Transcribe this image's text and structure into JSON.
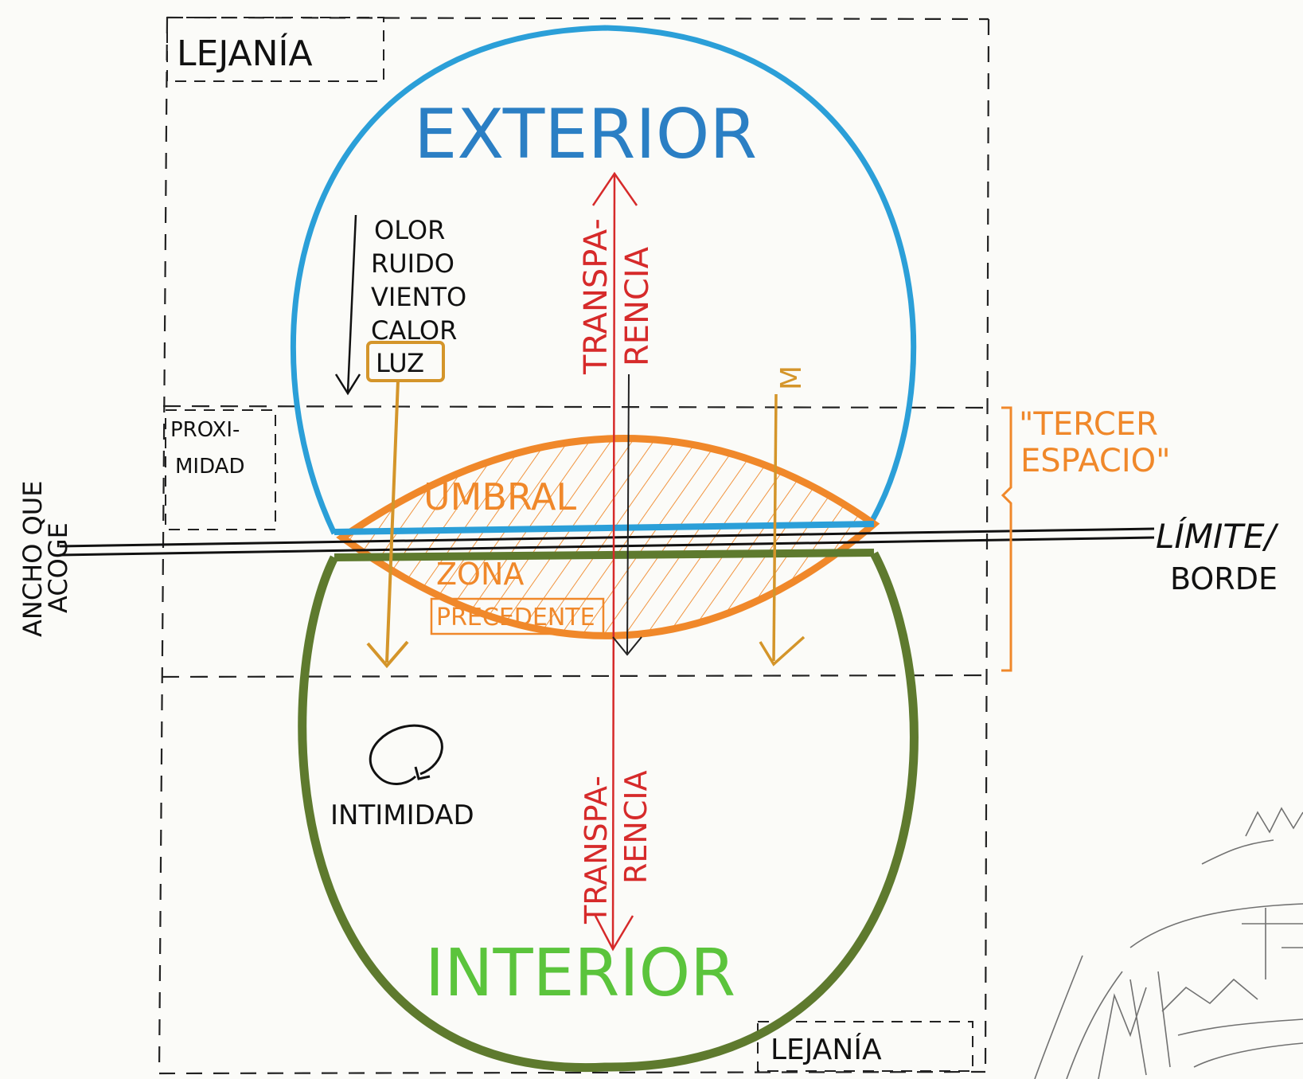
{
  "colors": {
    "exterior": "#2b9fd8",
    "interior": "#5e7a2e",
    "interior_text": "#5bc43c",
    "threshold": "#f0882a",
    "transparency": "#d62a2a",
    "ink": "#1a1a1a",
    "paper": "#fbfbf8"
  },
  "labels": {
    "exterior": "EXTERIOR",
    "interior": "INTERIOR",
    "lejania_top": "LEJANÍA",
    "lejania_bottom": "LEJANÍA",
    "proximidad_1": "PROXI-",
    "proximidad_2": "MIDAD",
    "ancho_1": "ANCHO QUE",
    "ancho_2": "ACOGE",
    "limite": "LÍMITE/",
    "borde": "BORDE",
    "tercer_1": "\"TERCER",
    "tercer_2": "ESPACIO\"",
    "umbral": "UMBRAL",
    "zona_1": "ZONA",
    "zona_2": "PRECEDENTE",
    "intimidad": "INTIMIDAD",
    "transp_top_1": "TRANSPA-",
    "transp_top_2": "RENCIA",
    "transp_bot_1": "TRANSPA-",
    "transp_bot_2": "RENCIA",
    "m_mark": "M",
    "stimuli": [
      "OLOR",
      "RUIDO",
      "VIENTO",
      "CALOR"
    ],
    "luz": "LUZ"
  }
}
